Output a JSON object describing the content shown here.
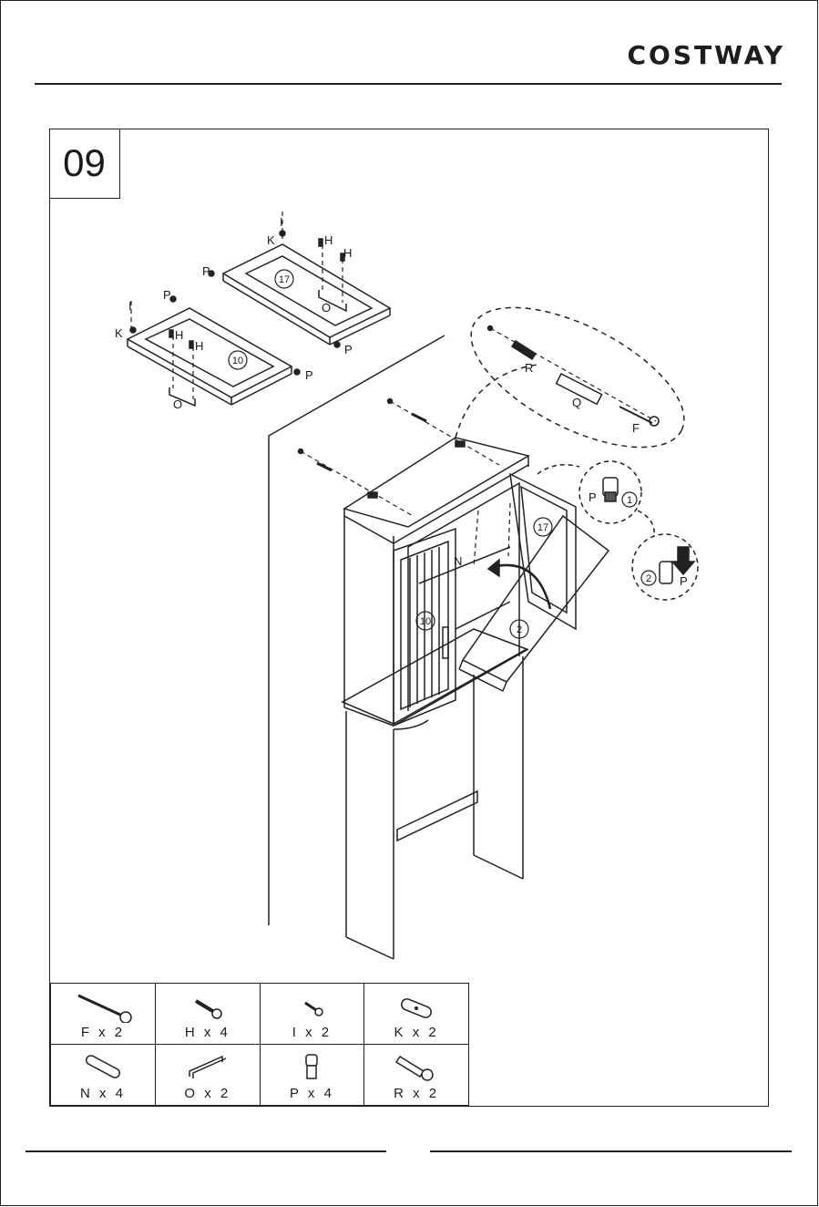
{
  "header": {
    "brand": "COSTWAY"
  },
  "step": {
    "number": "09"
  },
  "diagram": {
    "labels": {
      "I": "I",
      "K": "K",
      "H": "H",
      "P": "P",
      "O": "O",
      "R": "R",
      "Q": "Q",
      "F": "F",
      "N": "N",
      "part17": "17",
      "part10": "10",
      "step1": "1",
      "step2": "2"
    }
  },
  "parts": [
    {
      "icon": "long-screw-icon",
      "label": "F x 2"
    },
    {
      "icon": "screw-icon",
      "label": "H x 4"
    },
    {
      "icon": "short-screw-icon",
      "label": "I  x 2"
    },
    {
      "icon": "plate-icon",
      "label": "K x 2"
    },
    {
      "icon": "dowel-icon",
      "label": "N x 4"
    },
    {
      "icon": "handle-icon",
      "label": "O x 2"
    },
    {
      "icon": "bumper-icon",
      "label": "P x 4"
    },
    {
      "icon": "anchor-icon",
      "label": "R x 2"
    }
  ]
}
